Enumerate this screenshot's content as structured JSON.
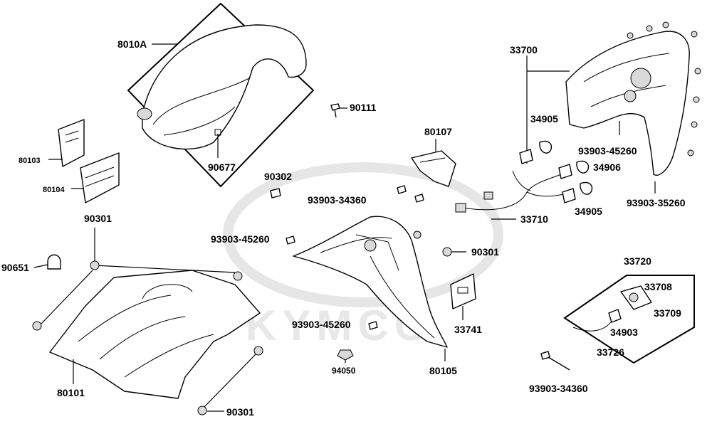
{
  "diagram": {
    "watermark": "KYMCO",
    "callouts": {
      "fender": "8010A",
      "fender_bolt": "90677",
      "plate_upper": "80103",
      "plate_lower": "80104",
      "screw_top": "90111",
      "clip_left": "90302",
      "washer_left_top": "90301",
      "clamp": "90651",
      "undertray": "80101",
      "washer_bottom": "90301",
      "bracket": "80107",
      "screw_bracket": "93903-34360",
      "screw_mid": "93903-45260",
      "washer_mid": "90301",
      "reflector": "33741",
      "screw_low": "93903-45260",
      "nut": "94050",
      "rear_holder": "80105",
      "taillight": "33700",
      "bulb_a": "34905",
      "bulb_b": "34906",
      "bulb_c": "34905",
      "screw_tail": "93903-45260",
      "screw_tail_side": "93903-35260",
      "harness": "33710",
      "license_light": "33720",
      "lens": "33708",
      "socket": "33709",
      "small_bulb": "34903",
      "lamp_wire": "33726",
      "screw_bottom_right": "93903-34360"
    }
  }
}
